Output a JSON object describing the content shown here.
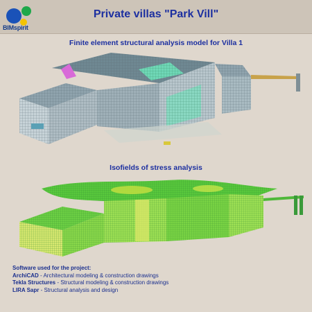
{
  "brand": {
    "name": "BIMspirit",
    "colors": [
      "#f3c300",
      "#1ea84a",
      "#1a52b8"
    ]
  },
  "page": {
    "title": "Private villas \"Park Vill\"",
    "section1_title": "Finite element structural analysis model for Villa 1",
    "section2_title": "Isofields of stress analysis"
  },
  "software": {
    "heading": "Software used for the project:",
    "items": [
      {
        "name": "ArchiCAD",
        "desc": " - Architectural modeling & construction drawings"
      },
      {
        "name": "Tekla Structures",
        "desc": " - Structural modeling & construction drawings"
      },
      {
        "name": "LIRA Sapr",
        "desc": " -  Structural analysis and design"
      }
    ]
  }
}
